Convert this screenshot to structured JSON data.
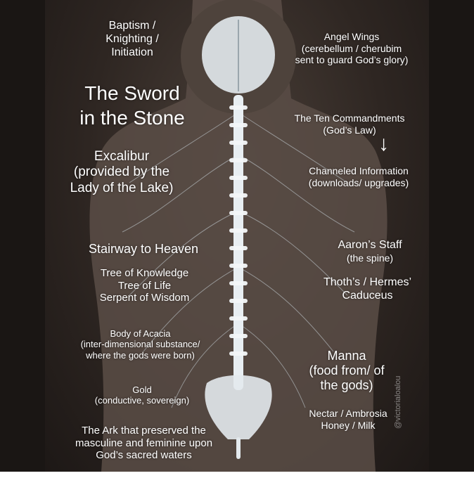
{
  "labels": {
    "baptism": [
      "Baptism /",
      "Knighting /",
      "Initiation"
    ],
    "angel_wings": [
      "Angel Wings",
      "(cerebellum / cherubim",
      "sent to guard God’s glory)"
    ],
    "sword": [
      "The Sword",
      "in the Stone"
    ],
    "commandments": [
      "The Ten Commandments",
      "(God’s Law)"
    ],
    "excalibur": [
      "Excalibur",
      "(provided by the",
      "Lady of the Lake)"
    ],
    "channeled": [
      "Channeled Information",
      "(downloads/ upgrades)"
    ],
    "stairway": [
      "Stairway to Heaven"
    ],
    "aaron": [
      "Aaron’s Staff",
      "(the spine)"
    ],
    "tree": [
      "Tree of Knowledge",
      "Tree of Life",
      "Serpent of Wisdom"
    ],
    "thoth": [
      "Thoth’s / Hermes’",
      "Caduceus"
    ],
    "acacia": [
      "Body of Acacia",
      "(inter-dimensional substance/",
      "where the gods were born)"
    ],
    "manna": [
      "Manna",
      "(food from/ of",
      "the gods)"
    ],
    "gold": [
      "Gold",
      "(conductive, sovereign)"
    ],
    "nectar": [
      "Nectar / Ambrosia",
      "Honey / Milk"
    ],
    "ark": [
      "The Ark that preserved the",
      "masculine and feminine upon",
      "God’s sacred waters"
    ]
  },
  "arrow_glyph": "↓",
  "watermark": "@victorialoalou",
  "colors": {
    "background": "#2e2622",
    "text": "#ffffff",
    "spine": "#e8eef2"
  }
}
